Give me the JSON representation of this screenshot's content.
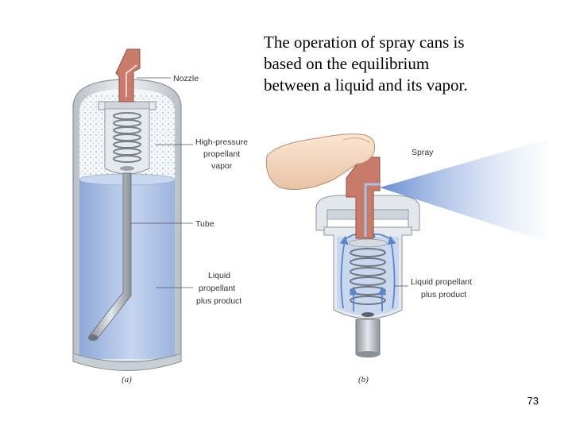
{
  "title_lines": [
    "The operation of spray cans is",
    "based on the equilibrium",
    "between a liquid and its vapor."
  ],
  "labels_a": {
    "nozzle": "Nozzle",
    "vapor": [
      "High-pressure",
      "propellant",
      "vapor"
    ],
    "tube": "Tube",
    "liquid": [
      "Liquid",
      "propellant",
      "plus product"
    ],
    "caption": "(a)"
  },
  "labels_b": {
    "spray": "Spray",
    "liquid": [
      "Liquid propellant",
      "plus product"
    ],
    "caption": "(b)"
  },
  "page_number": "73",
  "colors": {
    "nozzle": "#c97b6a",
    "liquid": "#a9c0e6",
    "vapor_dots": "#9fb3cc",
    "can_wall": "#d4d9de",
    "spray": "#7d9fd8",
    "arrows": "#5b86c9"
  }
}
